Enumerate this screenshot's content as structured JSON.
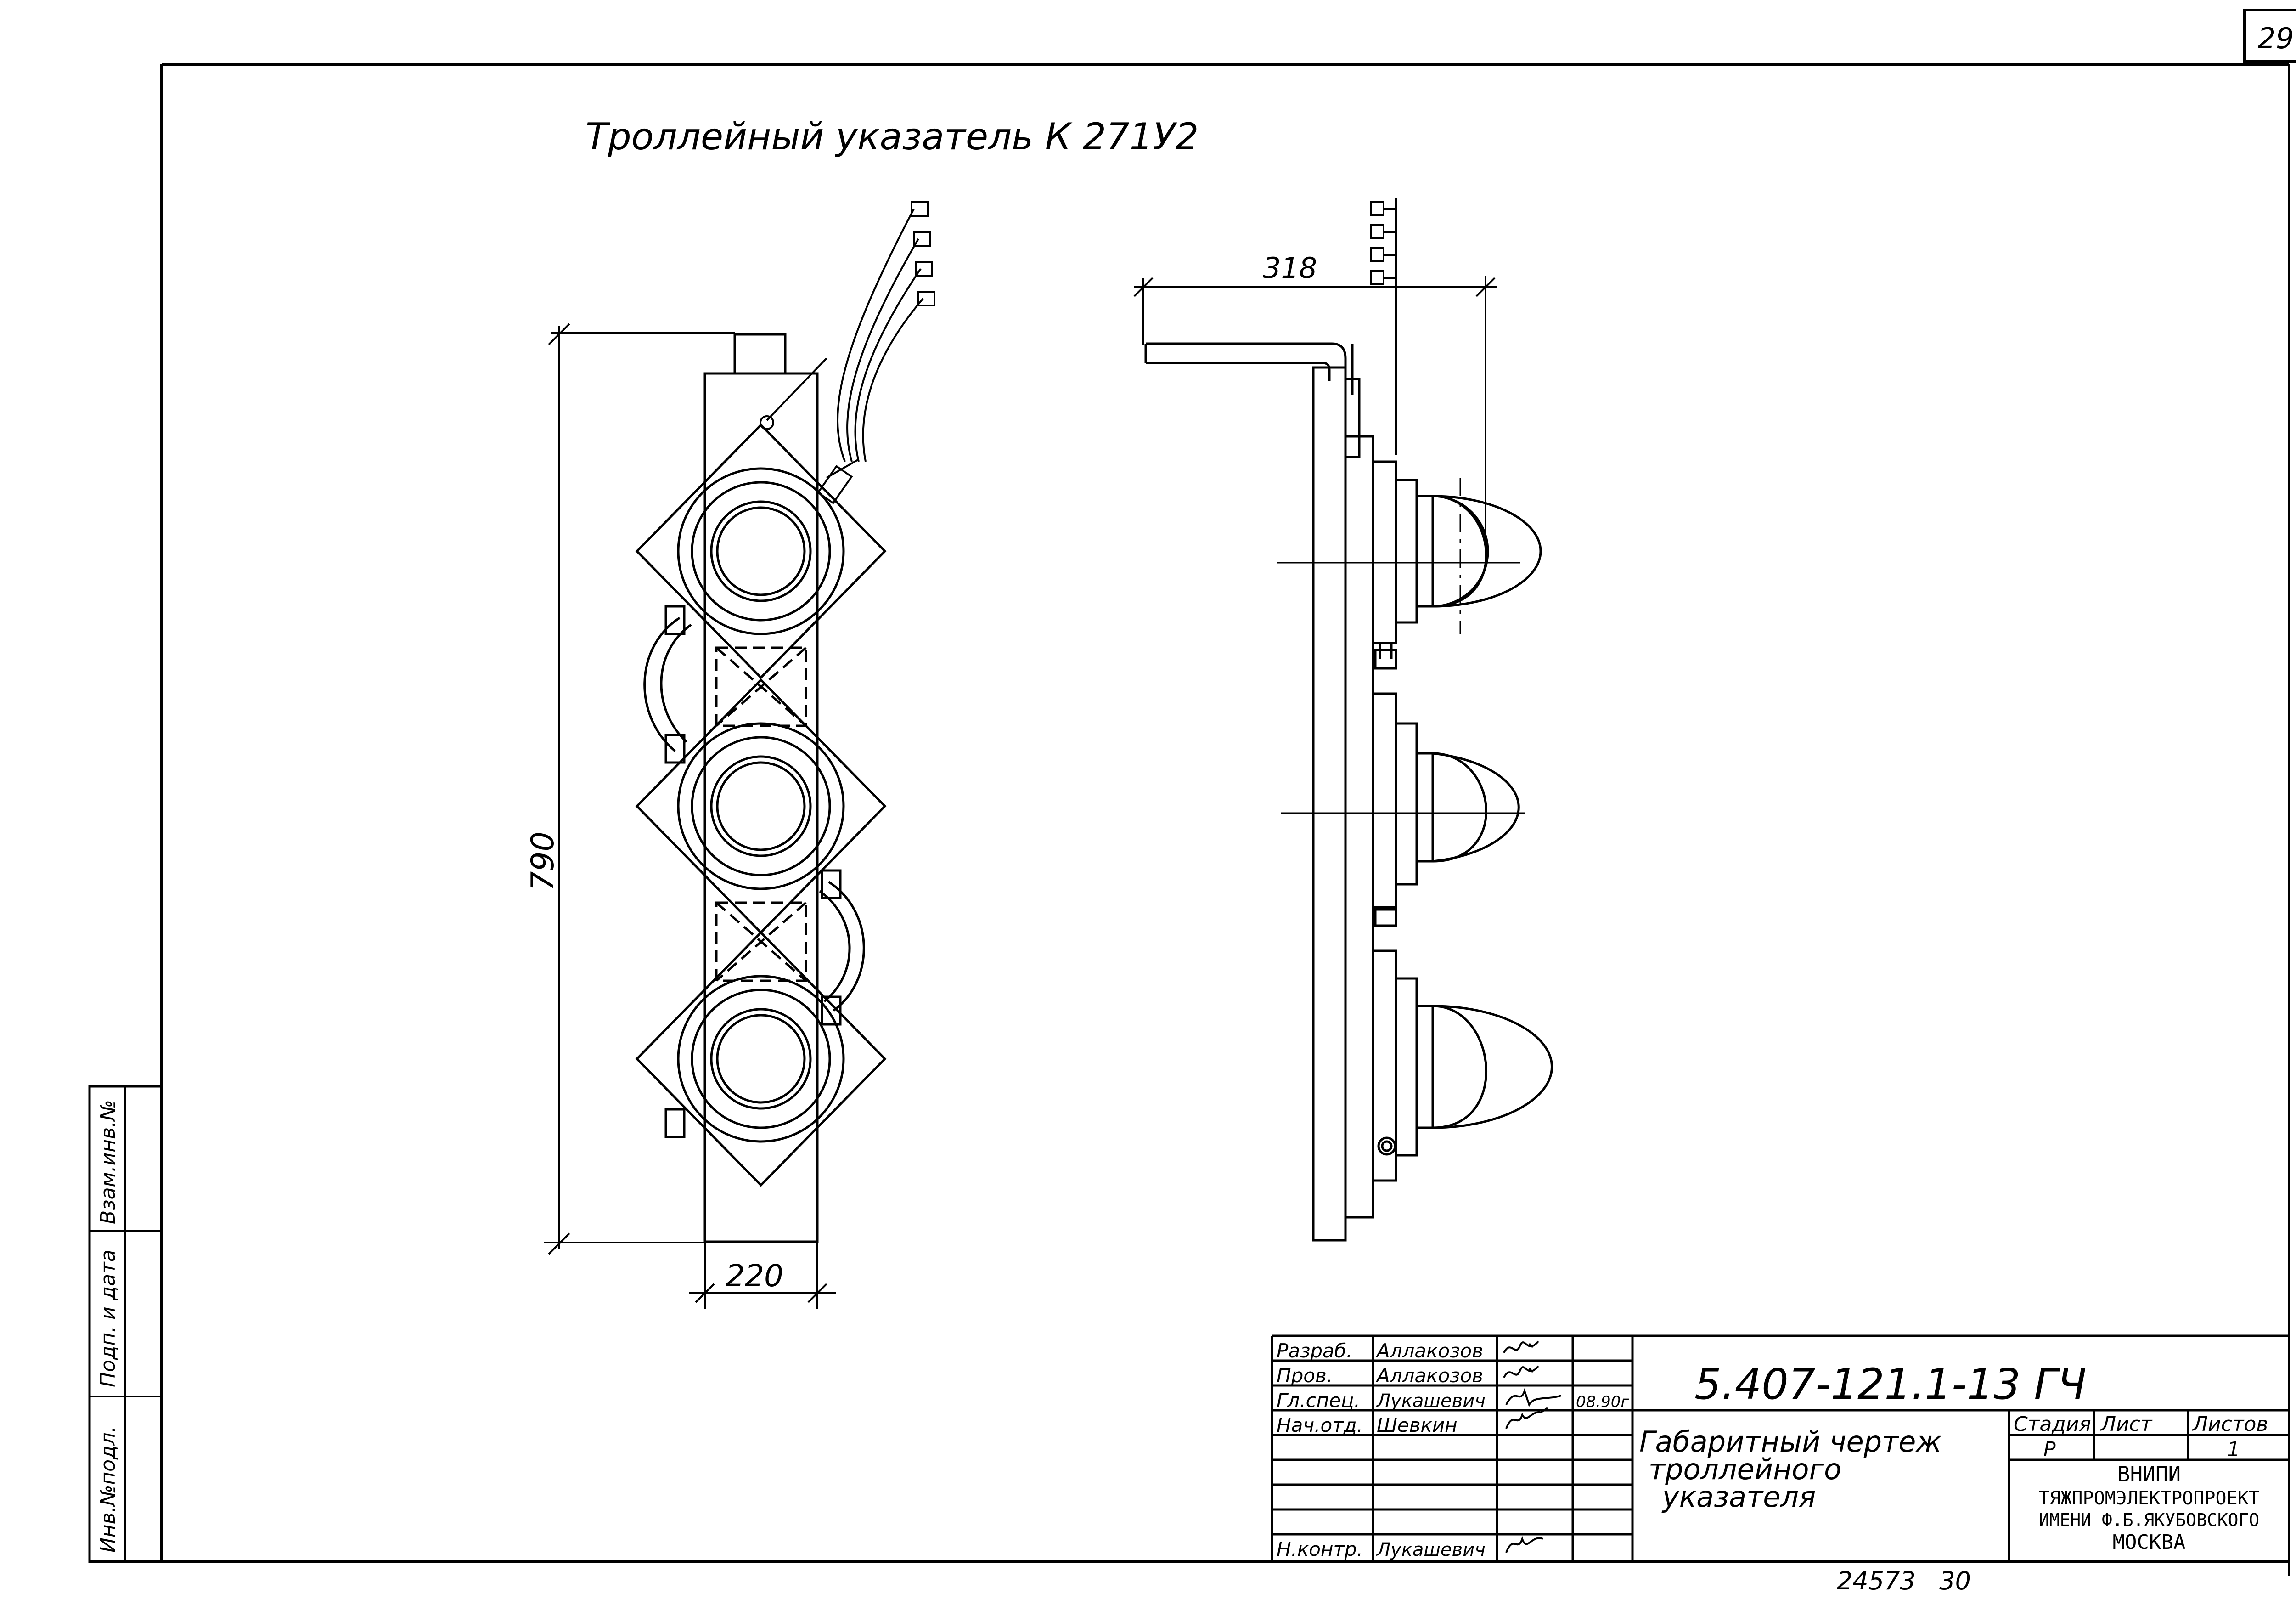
{
  "page_number": "29",
  "drawing_title": "Троллейный указатель К 271У2",
  "dimensions": {
    "height": "790",
    "width": "220",
    "depth": "318"
  },
  "side_stamp": {
    "cells": [
      "Инв.№подл.",
      "Подп. и дата",
      "Взам.инв.№"
    ]
  },
  "title_block": {
    "roles": [
      {
        "role": "Разраб.",
        "name": "Аллакозов",
        "sign": "",
        "date": ""
      },
      {
        "role": "Пров.",
        "name": "Аллакозов",
        "sign": "",
        "date": ""
      },
      {
        "role": "Гл.спец.",
        "name": "Лукашевич",
        "sign": "",
        "date": "08.90г"
      },
      {
        "role": "Нач.отд.",
        "name": "Шевкин",
        "sign": "",
        "date": ""
      },
      {
        "role": "Н.контр.",
        "name": "Лукашевич",
        "sign": "",
        "date": ""
      }
    ],
    "code": "5.407-121.1-13 ГЧ",
    "description_lines": [
      "Габаритный чертеж",
      "троллейного",
      "указателя"
    ],
    "headers": {
      "stage": "Стадия",
      "sheet": "Лист",
      "sheets": "Листов"
    },
    "values": {
      "stage": "Р",
      "sheet": "",
      "sheets": "1"
    },
    "organization_lines": [
      "ВНИПИ",
      "ТЯЖПРОМЭЛЕКТРОПРОЕКТ",
      "ИМЕНИ Ф.Б.ЯКУБОВСКОГО",
      "МОСКВА"
    ]
  },
  "footer_number": "24573   30"
}
